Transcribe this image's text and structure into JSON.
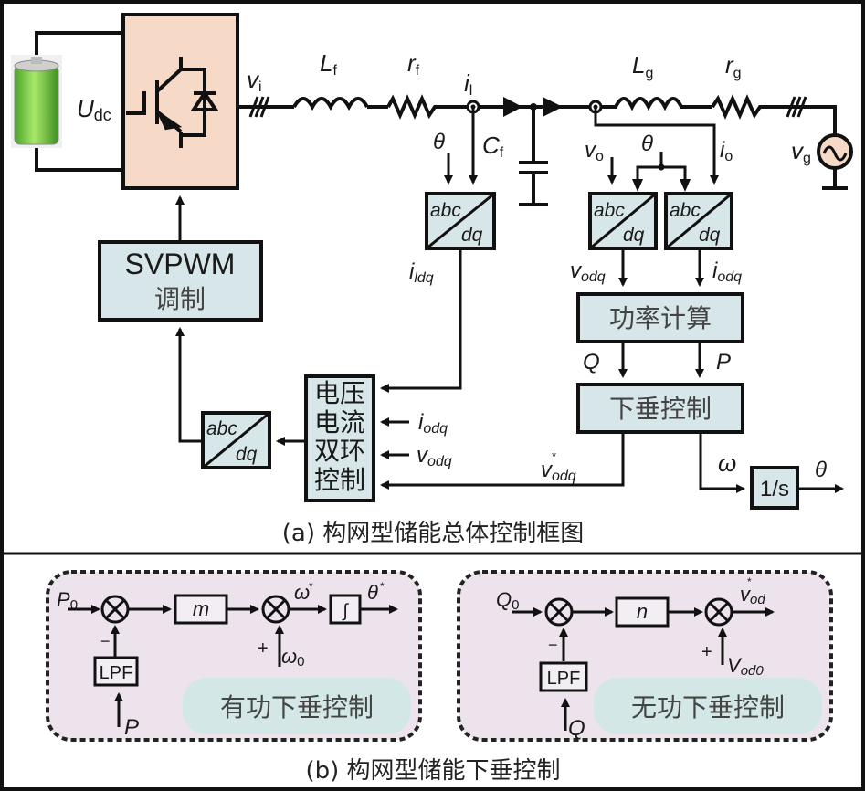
{
  "panel_a": {
    "caption": "(a) 构网型储能总体控制框图",
    "labels": {
      "udc": "U",
      "udc_sub": "dc",
      "vi": "v",
      "vi_sub": "i",
      "lf": "L",
      "lf_sub": "f",
      "rf": "r",
      "rf_sub": "f",
      "il": "i",
      "il_sub": "l",
      "cf": "C",
      "cf_sub": "f",
      "lg": "L",
      "lg_sub": "g",
      "rg": "r",
      "rg_sub": "g",
      "vg": "v",
      "vg_sub": "g",
      "vo": "v",
      "vo_sub": "o",
      "io": "i",
      "io_sub": "o",
      "theta": "θ",
      "ildq": "i",
      "ildq_sub": "ldq",
      "vodq": "v",
      "vodq_sub": "odq",
      "iodq": "i",
      "iodq_sub": "odq",
      "vodq_ref": "v",
      "vodq_ref_sub": "odq",
      "star": "*",
      "Q": "Q",
      "P": "P",
      "omega": "ω",
      "abc": "abc",
      "dq": "dq"
    },
    "blocks": {
      "svpwm_line1": "SVPWM",
      "svpwm_line2": "调制",
      "power_calc": "功率计算",
      "droop": "下垂控制",
      "dual_loop": [
        "电压",
        "电流",
        "双环",
        "控制"
      ],
      "integrator": "1/s"
    }
  },
  "panel_b": {
    "caption": "(b) 构网型储能下垂控制",
    "active": {
      "title": "有功下垂控制",
      "p0": "P",
      "p0_sub": "0",
      "gain": "m",
      "omega_ref": "ω",
      "star": "*",
      "theta_ref": "θ",
      "integ": "∫",
      "omega0": "ω",
      "omega0_sub": "0",
      "lpf": "LPF",
      "p_in": "P",
      "minus": "−",
      "plus": "+"
    },
    "reactive": {
      "title": "无功下垂控制",
      "q0": "Q",
      "q0_sub": "0",
      "gain": "n",
      "vod_ref": "v",
      "vod_ref_sub": "od",
      "star": "*",
      "vod0": "V",
      "vod0_sub": "od0",
      "lpf": "LPF",
      "q_in": "Q",
      "minus": "−",
      "plus": "+"
    }
  },
  "colors": {
    "block_fill": "#d7e6e8",
    "inverter_fill": "#f6d9c6",
    "panel_b_fill": "#ece3ec",
    "title_pill": "#d3e8e6",
    "battery_green": "#7ccf3a"
  }
}
